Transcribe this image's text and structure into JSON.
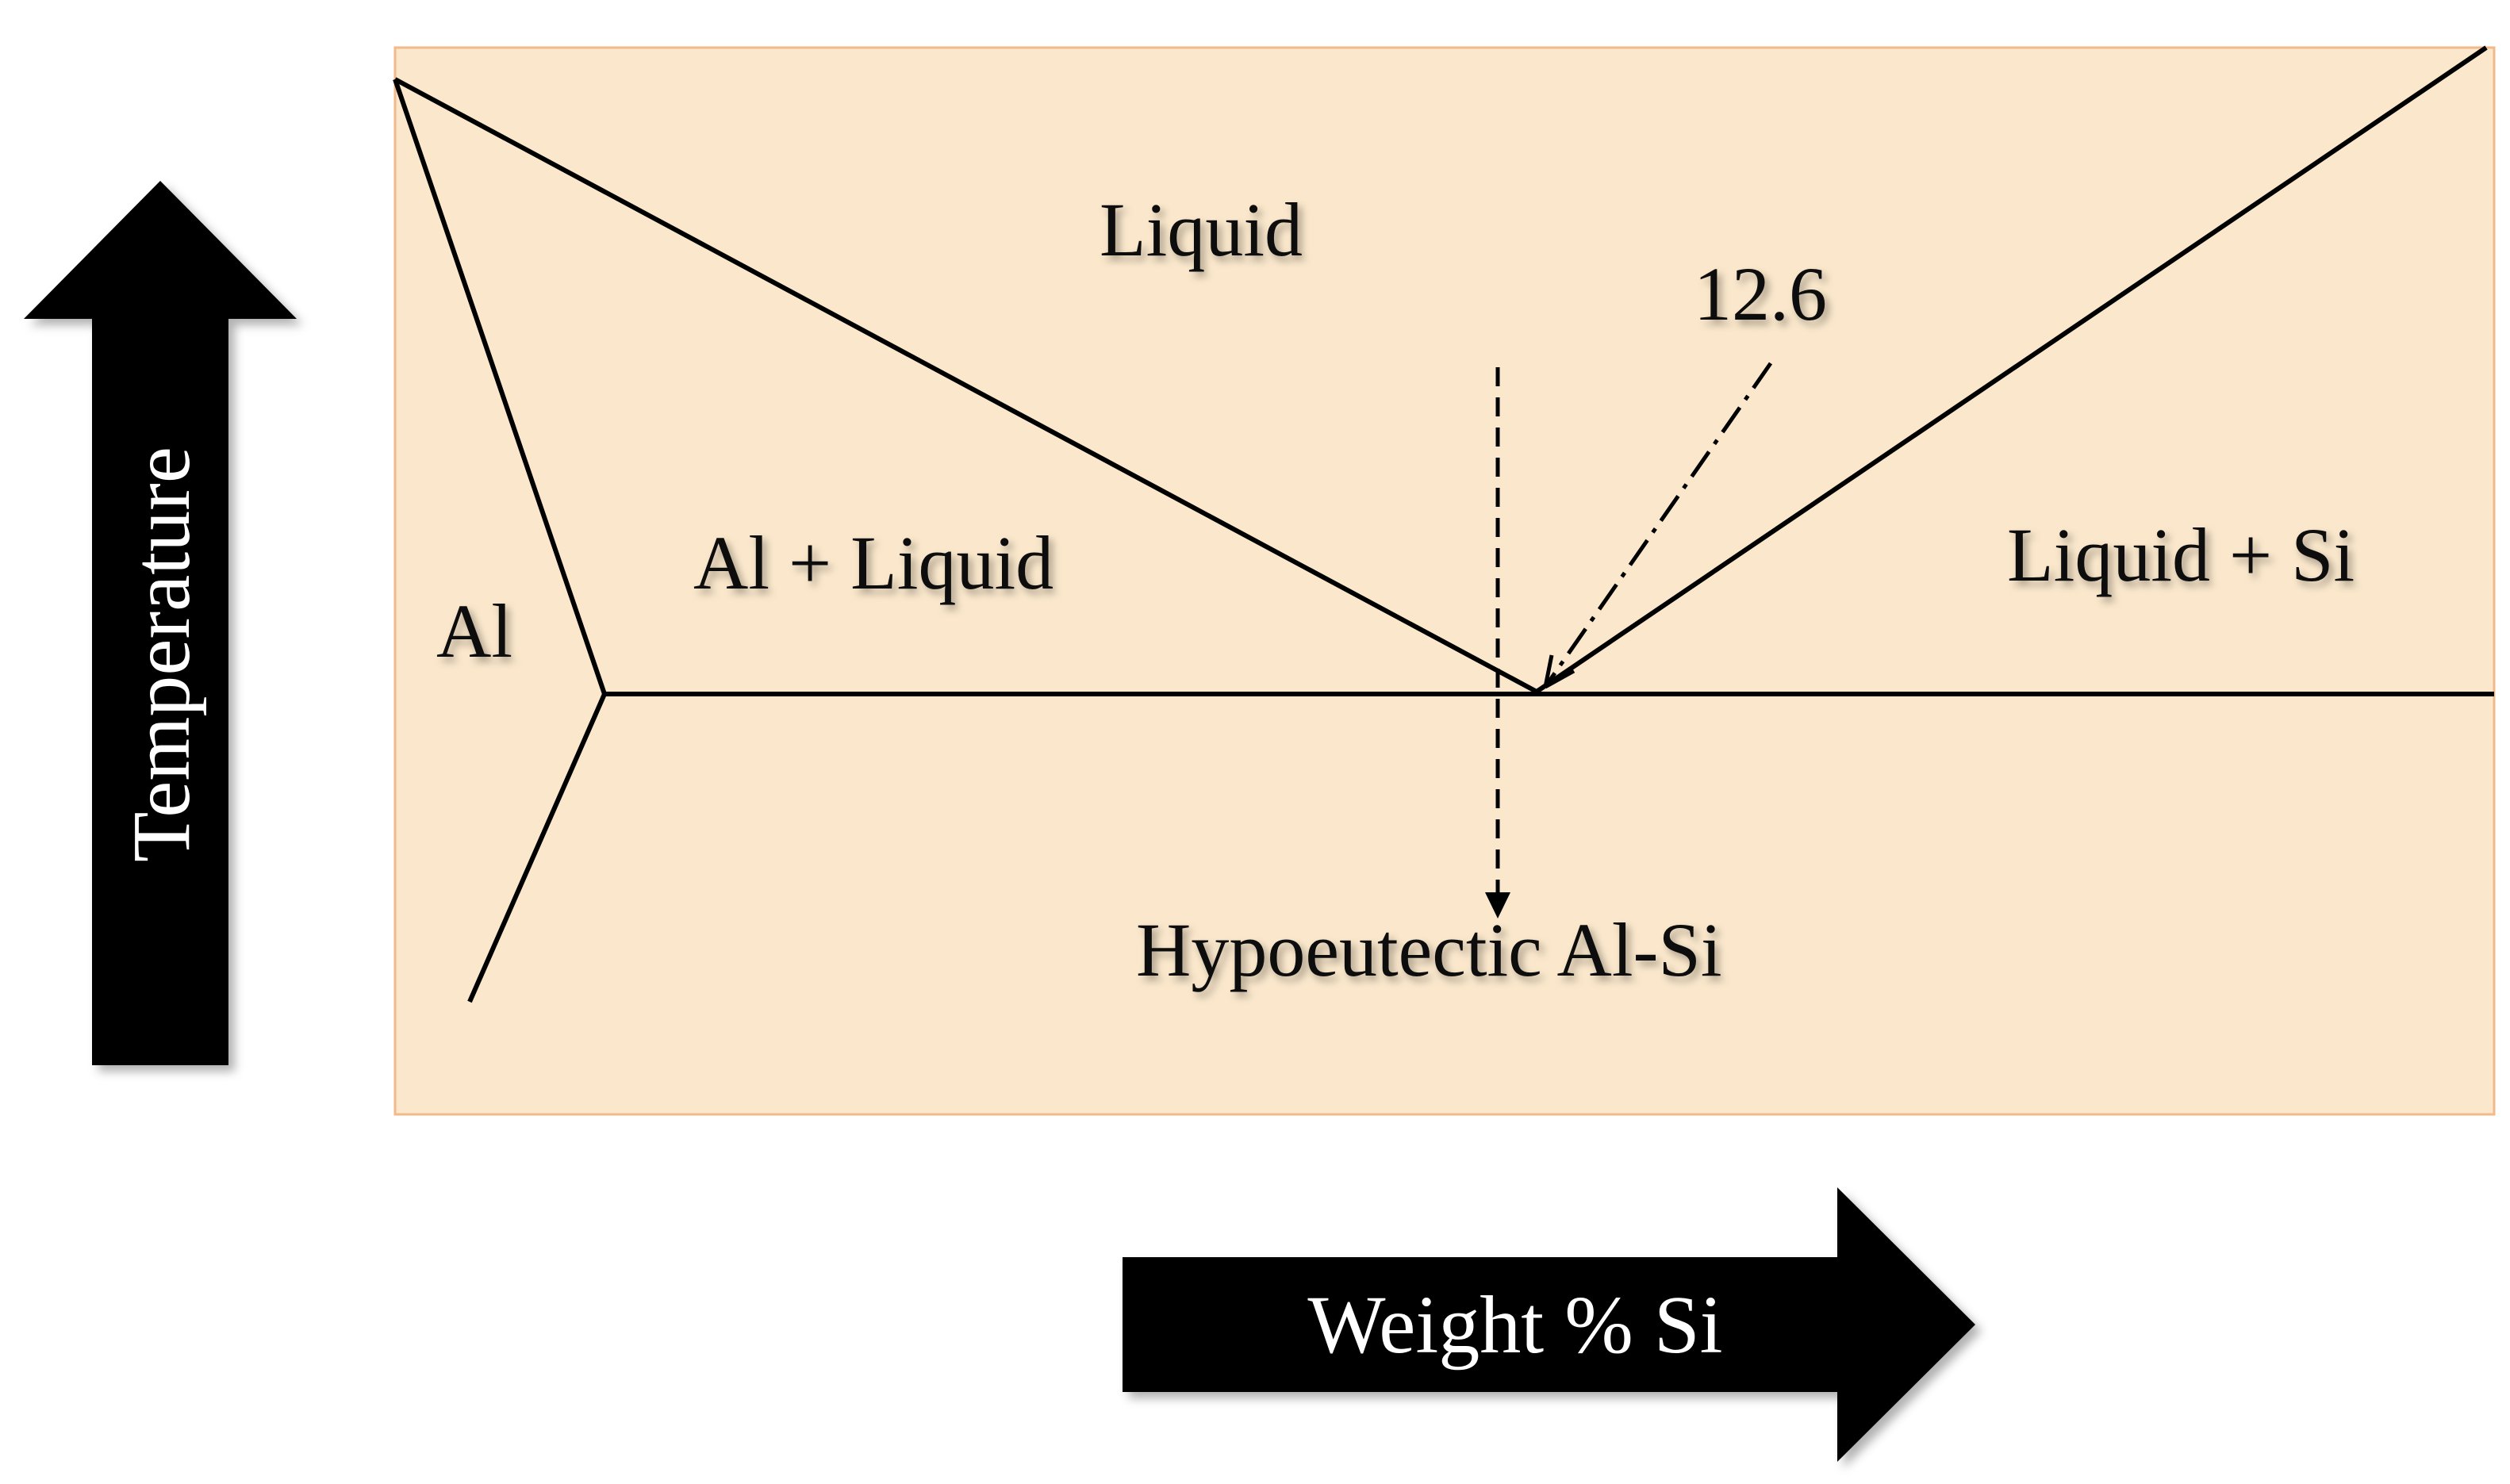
{
  "regions": {
    "liquid": "Liquid",
    "al": "Al",
    "al_liquid": "Al + Liquid",
    "liquid_si": "Liquid + Si",
    "hypoeutectic": "Hypoeutectic Al-Si"
  },
  "eutectic_label": "12.6",
  "axes": {
    "y_label": "Temperature",
    "x_label": "Weight % Si"
  },
  "colors": {
    "panel_fill": "#fbe8cc",
    "panel_border": "#f2b98a",
    "line": "#000000",
    "arrow_fill": "#000000",
    "arrow_text": "#ffffff"
  }
}
